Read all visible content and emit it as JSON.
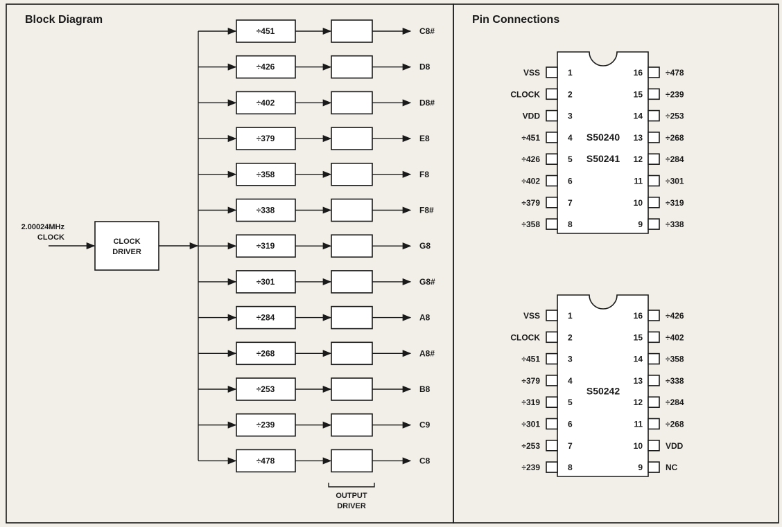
{
  "block_diagram": {
    "title": "Block Diagram",
    "input_label": [
      "2.00024MHz",
      "CLOCK"
    ],
    "clock_driver_label": [
      "CLOCK",
      "DRIVER"
    ],
    "output_driver_label": [
      "OUTPUT",
      "DRIVER"
    ],
    "dividers": [
      {
        "div": "÷451",
        "out": "C8#"
      },
      {
        "div": "÷426",
        "out": "D8"
      },
      {
        "div": "÷402",
        "out": "D8#"
      },
      {
        "div": "÷379",
        "out": "E8"
      },
      {
        "div": "÷358",
        "out": "F8"
      },
      {
        "div": "÷338",
        "out": "F8#"
      },
      {
        "div": "÷319",
        "out": "G8"
      },
      {
        "div": "÷301",
        "out": "G8#"
      },
      {
        "div": "÷284",
        "out": "A8"
      },
      {
        "div": "÷268",
        "out": "A8#"
      },
      {
        "div": "÷253",
        "out": "B8"
      },
      {
        "div": "÷239",
        "out": "C9"
      },
      {
        "div": "÷478",
        "out": "C8"
      }
    ]
  },
  "pin_connections": {
    "title": "Pin Connections",
    "chips": [
      {
        "names": [
          "S50240",
          "S50241"
        ],
        "left": [
          {
            "num": "1",
            "label": "VSS"
          },
          {
            "num": "2",
            "label": "CLOCK"
          },
          {
            "num": "3",
            "label": "VDD"
          },
          {
            "num": "4",
            "label": "÷451"
          },
          {
            "num": "5",
            "label": "÷426"
          },
          {
            "num": "6",
            "label": "÷402"
          },
          {
            "num": "7",
            "label": "÷379"
          },
          {
            "num": "8",
            "label": "÷358"
          }
        ],
        "right": [
          {
            "num": "16",
            "label": "÷478"
          },
          {
            "num": "15",
            "label": "÷239"
          },
          {
            "num": "14",
            "label": "÷253"
          },
          {
            "num": "13",
            "label": "÷268"
          },
          {
            "num": "12",
            "label": "÷284"
          },
          {
            "num": "11",
            "label": "÷301"
          },
          {
            "num": "10",
            "label": "÷319"
          },
          {
            "num": "9",
            "label": "÷338"
          }
        ]
      },
      {
        "names": [
          "S50242"
        ],
        "left": [
          {
            "num": "1",
            "label": "VSS"
          },
          {
            "num": "2",
            "label": "CLOCK"
          },
          {
            "num": "3",
            "label": "÷451"
          },
          {
            "num": "4",
            "label": "÷379"
          },
          {
            "num": "5",
            "label": "÷319"
          },
          {
            "num": "6",
            "label": "÷301"
          },
          {
            "num": "7",
            "label": "÷253"
          },
          {
            "num": "8",
            "label": "÷239"
          }
        ],
        "right": [
          {
            "num": "16",
            "label": "÷426"
          },
          {
            "num": "15",
            "label": "÷402"
          },
          {
            "num": "14",
            "label": "÷358"
          },
          {
            "num": "13",
            "label": "÷338"
          },
          {
            "num": "12",
            "label": "÷284"
          },
          {
            "num": "11",
            "label": "÷268"
          },
          {
            "num": "10",
            "label": "VDD"
          },
          {
            "num": "9",
            "label": "NC"
          }
        ]
      }
    ]
  }
}
